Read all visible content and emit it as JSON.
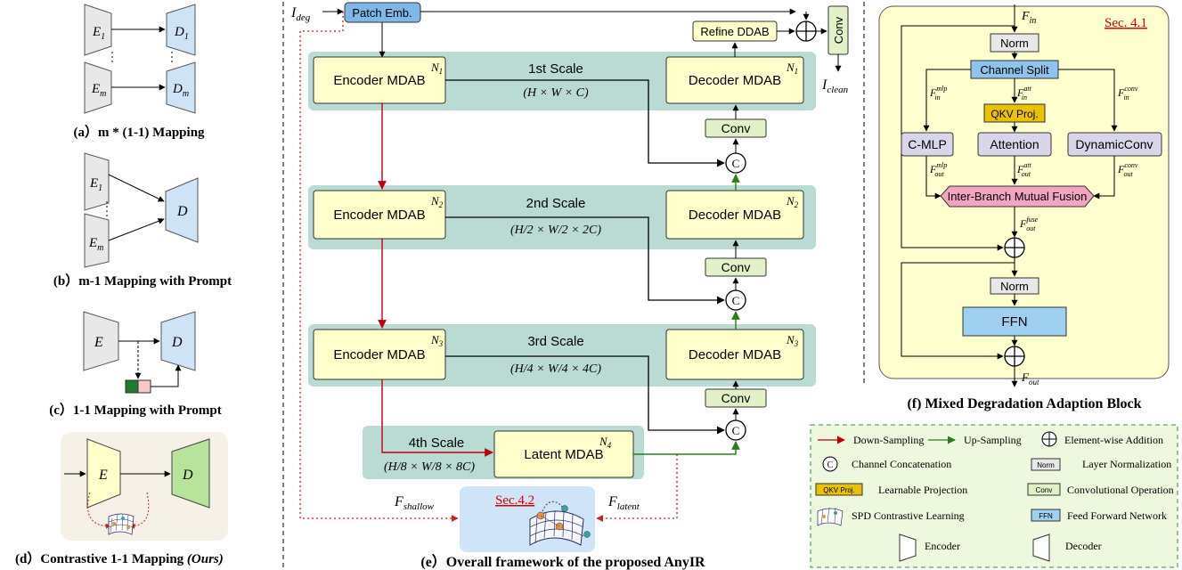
{
  "colors": {
    "encoder_fill": "#e8e8e8",
    "decoder_fill": "#cfe3f7",
    "mdab_fill": "#ffffcc",
    "scale_band": "#b9dbd3",
    "conv_fill": "#e3f1c8",
    "down_arrow": "#c0000b",
    "up_arrow": "#2e7d1a",
    "block_bg": "#ffffd0",
    "channel_split": "#8fc3ec",
    "qkv": "#e8c200",
    "branch": "#d9d6ea",
    "fusion": "#f2a4c0",
    "ffn": "#9fd0f0",
    "legend_bg": "#eef8df",
    "legend_border": "#3c8d3c",
    "sec_link": "#d60000"
  },
  "panel_a": {
    "e1": "E",
    "e1_sub": "1",
    "em": "E",
    "em_sub": "m",
    "d1": "D",
    "d1_sub": "1",
    "dm": "D",
    "dm_sub": "m",
    "caption": "(a）m * (1-1) Mapping"
  },
  "panel_b": {
    "e1": "E",
    "e1_sub": "1",
    "em": "E",
    "em_sub": "m",
    "d": "D",
    "caption": "(b）m-1 Mapping with Prompt"
  },
  "panel_c": {
    "e": "E",
    "d": "D",
    "caption": "(c）1-1 Mapping with Prompt"
  },
  "panel_d": {
    "e": "E",
    "d": "D",
    "caption_main": "(d）Contrastive  1-1  Mapping ",
    "caption_ours": "(Ours)"
  },
  "panel_e": {
    "input": "I",
    "input_sub": "deg",
    "patch_emb": "Patch Emb.",
    "refine": "Refine DDAB",
    "conv_out": "Conv",
    "output": "I",
    "output_sub": "clean",
    "concat_symbol": "C",
    "scales": [
      {
        "name": "1st Scale",
        "dims": "(H × W × C)",
        "encoder": "Encoder MDAB",
        "decoder": "Decoder MDAB",
        "n": "N",
        "n_sub": "1"
      },
      {
        "name": "2nd Scale",
        "dims": "(H/2 × W/2 × 2C)",
        "encoder": "Encoder MDAB",
        "decoder": "Decoder MDAB",
        "n": "N",
        "n_sub": "2"
      },
      {
        "name": "3rd Scale",
        "dims": "(H/4 × W/4 × 4C)",
        "encoder": "Encoder MDAB",
        "decoder": "Decoder MDAB",
        "n": "N",
        "n_sub": "3"
      }
    ],
    "conv_labels": [
      "Conv",
      "Conv",
      "Conv"
    ],
    "latent": {
      "name": "4th Scale",
      "dims": "(H/8 × W/8 × 8C)",
      "block": "Latent MDAB",
      "n": "N",
      "n_sub": "4"
    },
    "f_shallow": "F",
    "f_shallow_sub": "shallow",
    "f_latent": "F",
    "f_latent_sub": "latent",
    "sec_link": "Sec.4.2",
    "caption": "(e）Overall framework of the proposed AnyIR"
  },
  "panel_f": {
    "sec_link": "Sec. 4.1",
    "f_in": "F",
    "f_in_sub": "in",
    "norm1": "Norm",
    "channel_split": "Channel Split",
    "f_mlp_in": "F",
    "f_mlp_in_sub": "in",
    "f_mlp_in_sup": "mlp",
    "f_att_in": "F",
    "f_att_in_sub": "in",
    "f_att_in_sup": "att",
    "f_conv_in": "F",
    "f_conv_in_sub": "in",
    "f_conv_in_sup": "conv",
    "qkv": "QKV Proj.",
    "cmlp": "C-MLP",
    "attention": "Attention",
    "dynconv": "DynamicConv",
    "f_mlp_out": "F",
    "f_mlp_out_sub": "out",
    "f_mlp_out_sup": "mlp",
    "f_att_out": "F",
    "f_att_out_sub": "out",
    "f_att_out_sup": "att",
    "f_conv_out": "F",
    "f_conv_out_sub": "out",
    "f_conv_out_sup": "conv",
    "fusion": "Inter-Branch Mutual Fusion",
    "f_fuse": "F",
    "f_fuse_sub": "out",
    "f_fuse_sup": "fuse",
    "norm2": "Norm",
    "ffn": "FFN",
    "f_out": "F",
    "f_out_sub": "out",
    "caption": "(f) Mixed Degradation Adaption Block"
  },
  "legend": {
    "down": "Down-Sampling",
    "up": "Up-Sampling",
    "add": "Element-wise Addition",
    "concat": "Channel  Concatenation",
    "norm_icon": "Norm",
    "norm": "Layer Normalization",
    "qkv_icon": "QKV Proj.",
    "qkv": "Learnable Projection",
    "conv_icon": "Conv",
    "conv": "Convolutional Operation",
    "spd": "SPD Contrastive Learning",
    "ffn_icon": "FFN",
    "ffn": "Feed Forward Network",
    "encoder": "Encoder",
    "decoder": "Decoder"
  }
}
